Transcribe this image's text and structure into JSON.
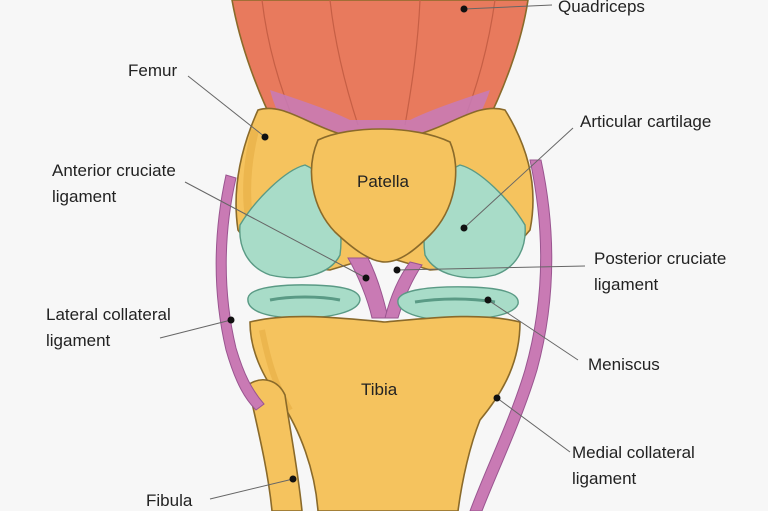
{
  "labels": {
    "quadriceps": "Quadriceps",
    "femur": "Femur",
    "articular_cartilage": "Articular cartilage",
    "acl_line1": "Anterior cruciate",
    "acl_line2": "ligament",
    "patella": "Patella",
    "pcl_line1": "Posterior cruciate",
    "pcl_line2": "ligament",
    "lcl_line1": "Lateral collateral",
    "lcl_line2": "ligament",
    "meniscus": "Meniscus",
    "tibia": "Tibia",
    "mcl_line1": "Medial collateral",
    "mcl_line2": "ligament",
    "fibula": "Fibula"
  },
  "colors": {
    "bone": "#f5c35e",
    "bone_shade": "#e6ad45",
    "cartilage": "#a8dcc8",
    "muscle": "#e87a5d",
    "tendon": "#c77bb8",
    "ligament": "#c97ab4",
    "background": "#f7f7f7"
  }
}
